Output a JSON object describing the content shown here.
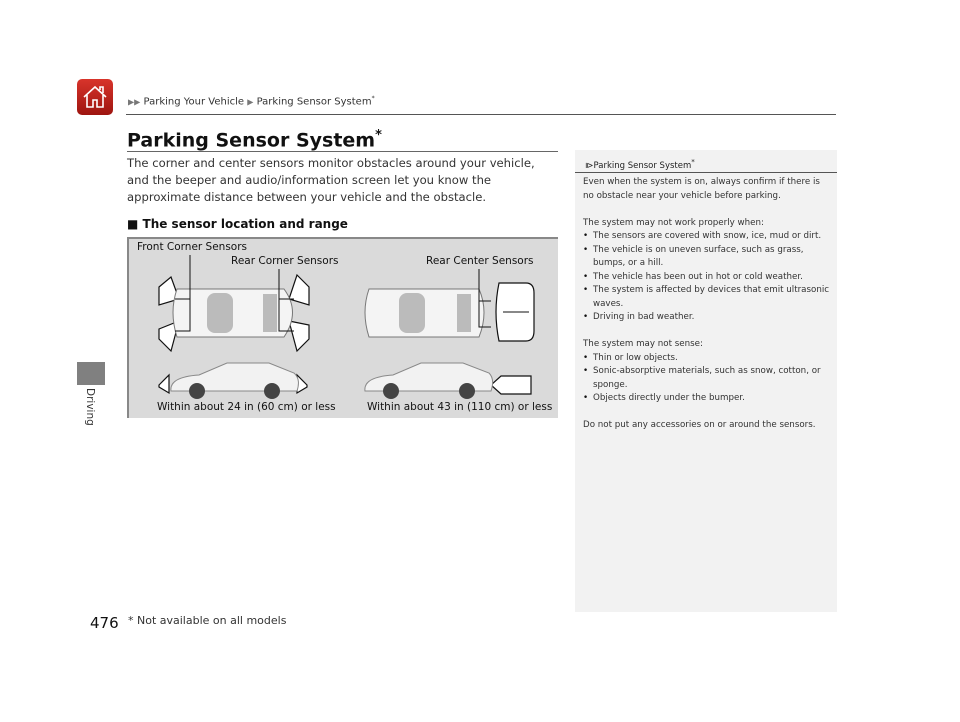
{
  "breadcrumb": {
    "items": [
      "Parking Your Vehicle",
      "Parking Sensor System"
    ],
    "asterisk": "*"
  },
  "title": "Parking Sensor System",
  "title_asterisk": "*",
  "intro": "The corner and center sensors monitor obstacles around your vehicle, and the beeper and audio/information screen let you know the approximate distance between your vehicle and the obstacle.",
  "subheading": "■ The sensor location and range",
  "diagram": {
    "front_corner": "Front Corner Sensors",
    "rear_corner": "Rear Corner Sensors",
    "rear_center": "Rear Center Sensors",
    "range_corner": "Within about 24 in (60 cm) or less",
    "range_center": "Within about 43 in (110 cm) or less"
  },
  "sidebar": {
    "section": "Driving"
  },
  "page_number": "476",
  "footnote": "* Not available on all models",
  "note": {
    "heading": "Parking Sensor System",
    "heading_asterisk": "*",
    "p1": "Even when the system is on, always confirm if there is no obstacle near your vehicle before parking.",
    "p2": "The system may not work properly when:",
    "list1": [
      "The sensors are covered with snow, ice, mud or dirt.",
      "The vehicle is on uneven surface, such as grass, bumps, or a hill.",
      "The vehicle has been out in hot or cold weather.",
      "The system is affected by devices that emit ultrasonic waves.",
      "Driving in bad weather."
    ],
    "p3": "The system may not sense:",
    "list2": [
      "Thin or low objects.",
      "Sonic-absorptive materials, such as snow, cotton, or sponge.",
      "Objects directly under the bumper."
    ],
    "p4": "Do not put any accessories on or around the sensors."
  },
  "colors": {
    "home": "#c0241c",
    "note_bg": "#f2f2f2",
    "diagram_bg": "#dadada"
  }
}
